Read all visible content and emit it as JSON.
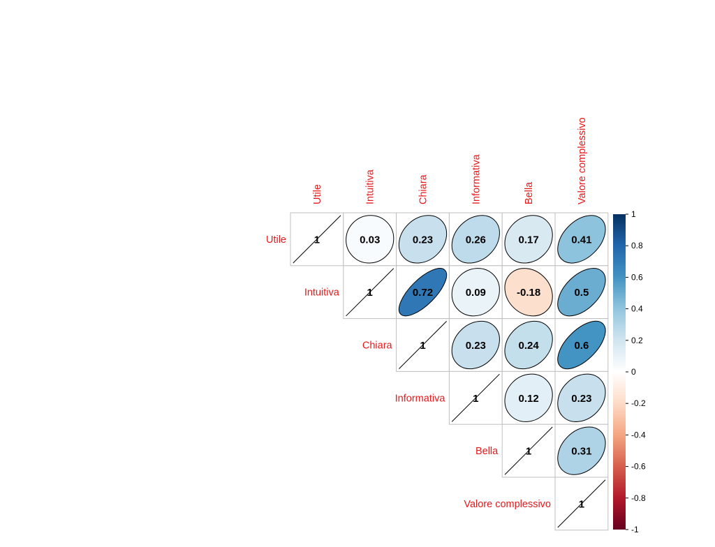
{
  "chart_data": {
    "type": "heatmap",
    "title": "",
    "variables": [
      "Utile",
      "Intuitiva",
      "Chiara",
      "Informativa",
      "Bella",
      "Valore complessivo"
    ],
    "matrix": [
      [
        1,
        0.03,
        0.23,
        0.26,
        0.17,
        0.41
      ],
      [
        0.03,
        1,
        0.72,
        0.09,
        -0.18,
        0.5
      ],
      [
        0.23,
        0.72,
        1,
        0.23,
        0.24,
        0.6
      ],
      [
        0.26,
        0.09,
        0.23,
        1,
        0.12,
        0.23
      ],
      [
        0.17,
        -0.18,
        0.24,
        0.12,
        1,
        0.31
      ],
      [
        0.41,
        0.5,
        0.6,
        0.23,
        0.31,
        1
      ]
    ],
    "value_labels": [
      [
        "1",
        "0.03",
        "0.23",
        "0.26",
        "0.17",
        "0.41"
      ],
      [
        "",
        "1",
        "0.72",
        "0.09",
        "-0.18",
        "0.5"
      ],
      [
        "",
        "",
        "1",
        "0.23",
        "0.24",
        "0.6"
      ],
      [
        "",
        "",
        "",
        "1",
        "0.12",
        "0.23"
      ],
      [
        "",
        "",
        "",
        "",
        "1",
        "0.31"
      ],
      [
        "",
        "",
        "",
        "",
        "",
        "1"
      ]
    ],
    "shape": "ellipse",
    "layout": "upper-triangle",
    "label_color": "#e41a1c",
    "colorbar": {
      "range": [
        -1,
        1
      ],
      "ticks": [
        "1",
        "0.8",
        "0.6",
        "0.4",
        "0.2",
        "0",
        "-0.2",
        "-0.4",
        "-0.6",
        "-0.8",
        "-1"
      ],
      "colors": [
        "#67001f",
        "#b2182b",
        "#d6604d",
        "#f4a582",
        "#fddbc7",
        "#ffffff",
        "#d1e5f0",
        "#92c5de",
        "#4393c3",
        "#2166ac",
        "#053061"
      ]
    }
  }
}
